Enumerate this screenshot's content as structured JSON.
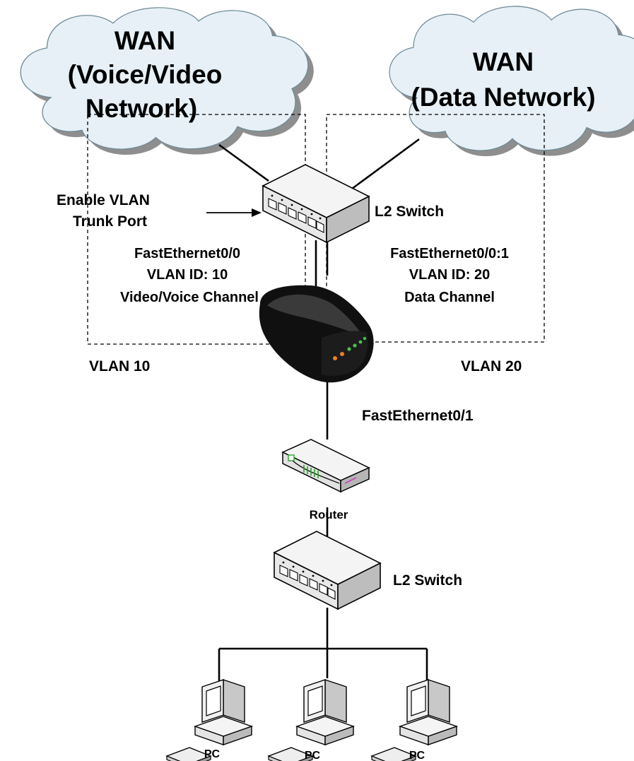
{
  "clouds": {
    "voice": {
      "line1": "WAN",
      "line2": "(Voice/Video",
      "line3": "Network)"
    },
    "data": {
      "line1": "WAN",
      "line2": "(Data Network)"
    }
  },
  "labels": {
    "trunk_line1": "Enable VLAN",
    "trunk_line2": "Trunk Port",
    "top_switch": "L2 Switch",
    "left_port_line1": "FastEthernet0/0",
    "left_port_line2": "VLAN ID: 10",
    "left_port_line3": "Video/Voice Channel",
    "right_port_line1": "FastEthernet0/0:1",
    "right_port_line2": "VLAN ID: 20",
    "right_port_line3": "Data Channel",
    "vlan_left": "VLAN 10",
    "vlan_right": "VLAN 20",
    "fe01": "FastEthernet0/1",
    "router": "Router",
    "bottom_switch": "L2 Switch",
    "pc1": "PC",
    "pc2": "PC",
    "pc3": "PC"
  },
  "colors": {
    "cloud_fill": "#e6f0f6",
    "cloud_shadow": "#8e8e8e",
    "device_fill": "#eeeeee",
    "modem_body": "#101010",
    "led_orange": "#f08020",
    "led_green": "#4cc04c",
    "router_green": "#2aa02a",
    "router_pink": "#d040c0"
  },
  "icons": {
    "cloud": "cloud-icon",
    "switch": "network-switch-icon",
    "modem": "modem-icon",
    "router": "router-icon",
    "pc": "desktop-pc-icon"
  }
}
